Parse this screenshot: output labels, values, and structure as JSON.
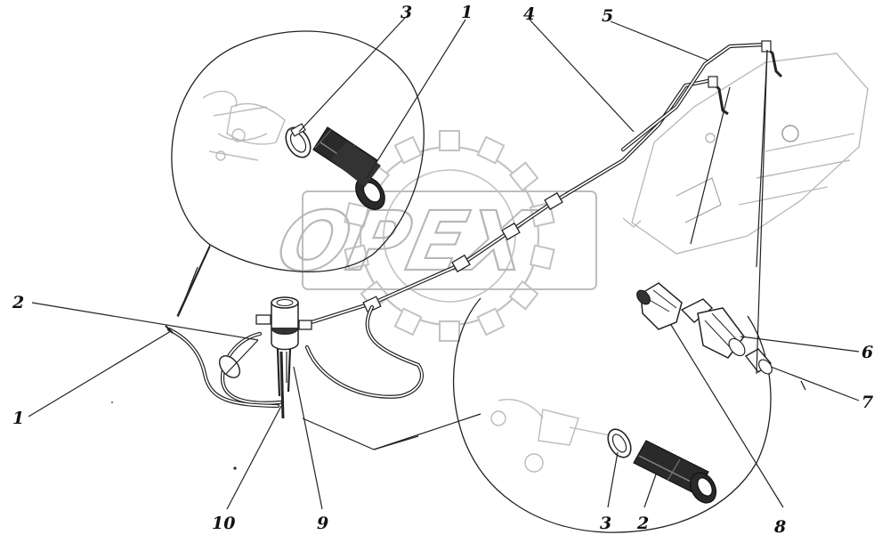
{
  "watermark": {
    "text": "OPEX",
    "color": "#b8b8b8"
  },
  "callouts": {
    "c1_top": "1",
    "c1_left": "1",
    "c2_left": "2",
    "c2_bottom": "2",
    "c3_top": "3",
    "c3_bottom": "3",
    "c4": "4",
    "c5": "5",
    "c6": "6",
    "c7": "7",
    "c8": "8",
    "c9": "9",
    "c10": "10"
  },
  "colors": {
    "line": "#222222",
    "faint_detail": "#bbbbbb",
    "background": "#ffffff"
  }
}
